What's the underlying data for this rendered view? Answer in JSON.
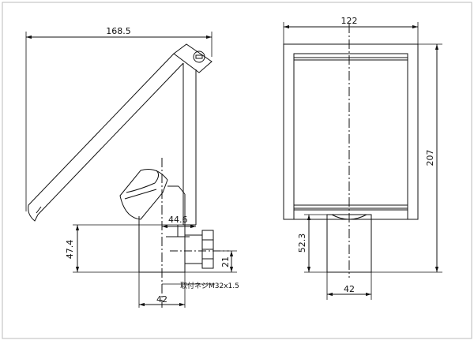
{
  "side_view": {
    "dim_total_length": "168.5",
    "dim_spout_offset": "44.6",
    "dim_base_height": "47.4",
    "dim_inlet_height": "21",
    "dim_base_width": "42",
    "thread_note": "取付ネジM32x1.5"
  },
  "front_view": {
    "dim_width": "122",
    "dim_height": "207",
    "dim_base_height": "52.3",
    "dim_base_width": "42"
  }
}
